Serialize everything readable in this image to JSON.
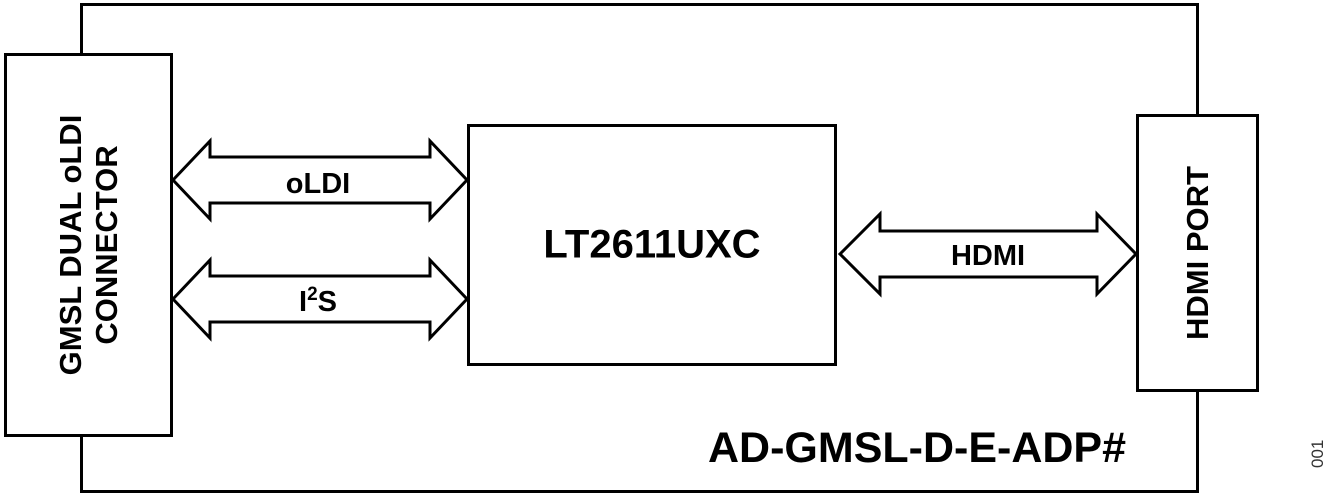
{
  "board": {
    "label": "AD-GMSL-D-E-ADP#"
  },
  "connector": {
    "line1": "GMSL DUAL oLDI",
    "line2": "CONNECTOR"
  },
  "chip": {
    "label": "LT2611UXC"
  },
  "hdmi_port": {
    "label": "HDMI PORT"
  },
  "links": {
    "oldi": "oLDI",
    "i2s_base": "I",
    "i2s_sup": "2",
    "i2s_tail": "S",
    "hdmi": "HDMI"
  },
  "figure_number": "001"
}
